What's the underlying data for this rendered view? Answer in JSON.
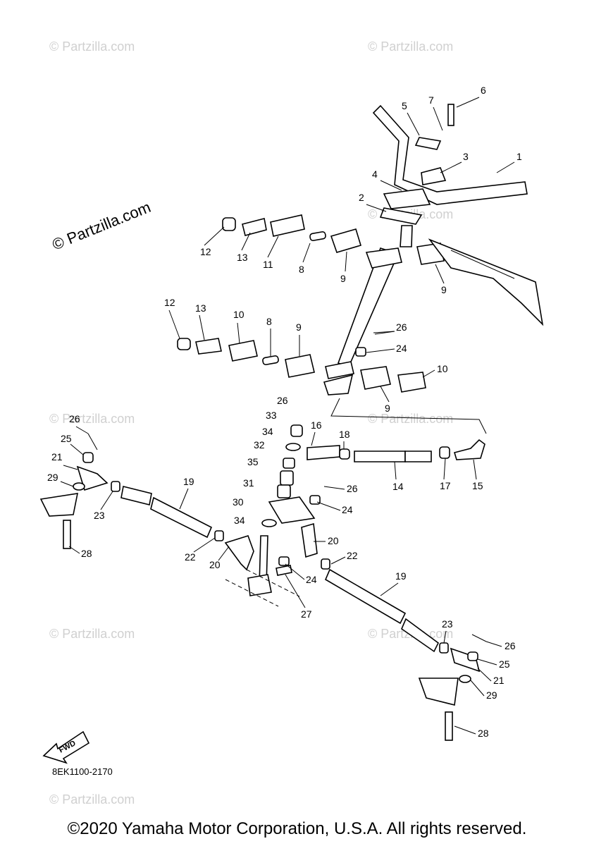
{
  "watermarks": [
    "© Partzilla.com",
    "© Partzilla.com",
    "© Partzilla.com",
    "© Partzilla.com",
    "© Partzilla.com",
    "© Partzilla.com",
    "© Partzilla.com",
    "© Partzilla.com"
  ],
  "brand_watermark": "© Partzilla.com",
  "diagram_code": "8EK1100-2170",
  "fwd_label": "FWD",
  "copyright": "©2020 Yamaha Motor Corporation, U.S.A. All rights reserved.",
  "callouts": [
    "1",
    "2",
    "3",
    "4",
    "5",
    "6",
    "7",
    "8",
    "9",
    "9",
    "11",
    "12",
    "13",
    "12",
    "13",
    "10",
    "8",
    "9",
    "26",
    "24",
    "9",
    "10",
    "26",
    "33",
    "34",
    "32",
    "35",
    "31",
    "30",
    "34",
    "16",
    "18",
    "14",
    "17",
    "15",
    "26",
    "24",
    "20",
    "22",
    "24",
    "27",
    "19",
    "23",
    "26",
    "25",
    "21",
    "29",
    "28",
    "26",
    "25",
    "21",
    "29",
    "23",
    "19",
    "22",
    "20",
    "28"
  ]
}
